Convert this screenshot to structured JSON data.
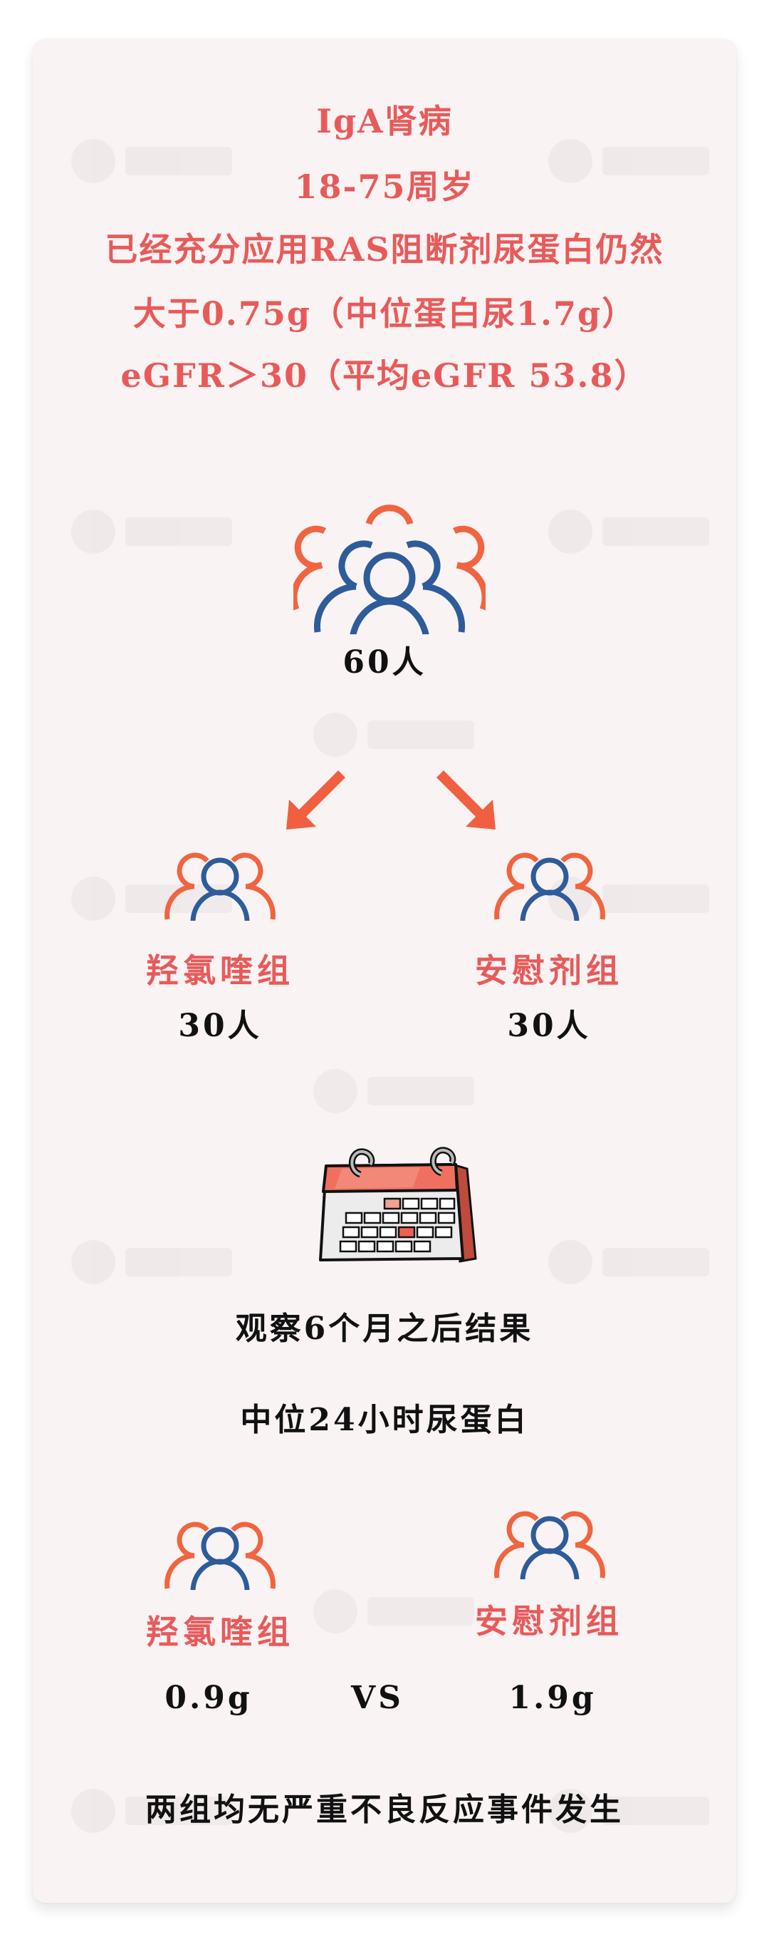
{
  "colors": {
    "title_red": "#E85A5A",
    "icon_orange": "#F06440",
    "icon_blue": "#2E5C9A",
    "arrow_orange": "#F06040",
    "card_background": "#F9F3F3",
    "text_black": "#111111"
  },
  "header": {
    "lines": [
      "IgA肾病",
      "18-75周岁",
      "已经充分应用RAS阻断剂尿蛋白仍然",
      "大于0.75g（中位蛋白尿1.7g）",
      "eGFR＞30（平均eGFR 53.8）"
    ]
  },
  "enrollment": {
    "icon": "group-of-people-icon",
    "total_label": "60人"
  },
  "arms": [
    {
      "name": "羟氯喹组",
      "count_label": "30人",
      "icon": "people-group-icon"
    },
    {
      "name": "安慰剂组",
      "count_label": "30人",
      "icon": "people-group-icon"
    }
  ],
  "arrows": {
    "left": "arrow-down-left-icon",
    "right": "arrow-down-right-icon"
  },
  "observation": {
    "icon": "calendar-icon",
    "period_text": "观察6个月之后结果",
    "metric_text": "中位24小时尿蛋白"
  },
  "results": {
    "groups": [
      {
        "name": "羟氯喹组",
        "value": "0.9g"
      },
      {
        "name": "安慰剂组",
        "value": "1.9g"
      }
    ],
    "vs_label": "VS"
  },
  "conclusion": "两组均无严重不良反应事件发生"
}
